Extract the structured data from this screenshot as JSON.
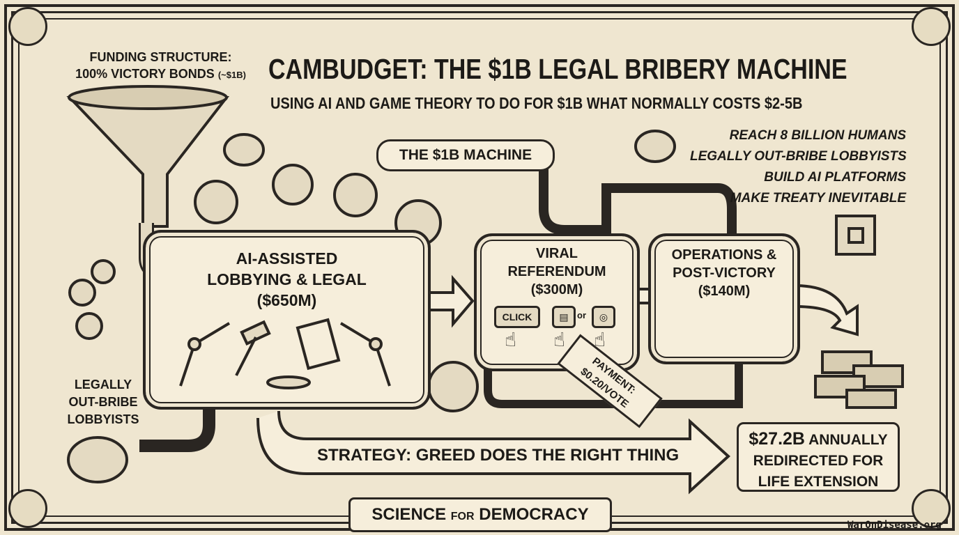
{
  "title": "CAMBUDGET: THE $1B LEGAL BRIBERY MACHINE",
  "subtitle": "USING AI AND GAME THEORY TO DO FOR $1B WHAT NORMALLY COSTS $2-5B",
  "funding": {
    "line1": "FUNDING STRUCTURE:",
    "line2": "100% VICTORY BONDS",
    "note": "(~$1B)"
  },
  "machine_label": "THE $1B MACHINE",
  "goals": [
    "REACH 8 BILLION HUMANS",
    "LEGALLY OUT-BRIBE LOBBYISTS",
    "BUILD AI PLATFORMS",
    "MAKE TREATY INEVITABLE"
  ],
  "stages": [
    {
      "line1": "AI-ASSISTED",
      "line2": "LOBBYING & LEGAL",
      "amount": "($650M)"
    },
    {
      "line1": "VIRAL",
      "line2": "REFERENDUM",
      "amount": "($300M)"
    },
    {
      "line1": "OPERATIONS &",
      "line2": "POST-VICTORY",
      "amount": "($140M)"
    }
  ],
  "vote_buttons": {
    "click": "CLICK",
    "or": "or"
  },
  "payment_tag": {
    "line1": "PAYMENT:",
    "line2": "$0.20/VOTE"
  },
  "left_note": [
    "LEGALLY",
    "OUT-BRIBE",
    "LOBBYISTS"
  ],
  "strategy": "STRATEGY: GREED DOES THE RIGHT THING",
  "result": {
    "line1": "$27.2B",
    "line1b": "ANNUALLY",
    "line2": "REDIRECTED FOR",
    "line3": "LIFE EXTENSION"
  },
  "banner": {
    "left": "SCIENCE",
    "mid": "FOR",
    "right": "DEMOCRACY"
  },
  "watermark": "WarOnDisease.org",
  "colors": {
    "paper": "#efe6d0",
    "ink": "#2a2622"
  }
}
